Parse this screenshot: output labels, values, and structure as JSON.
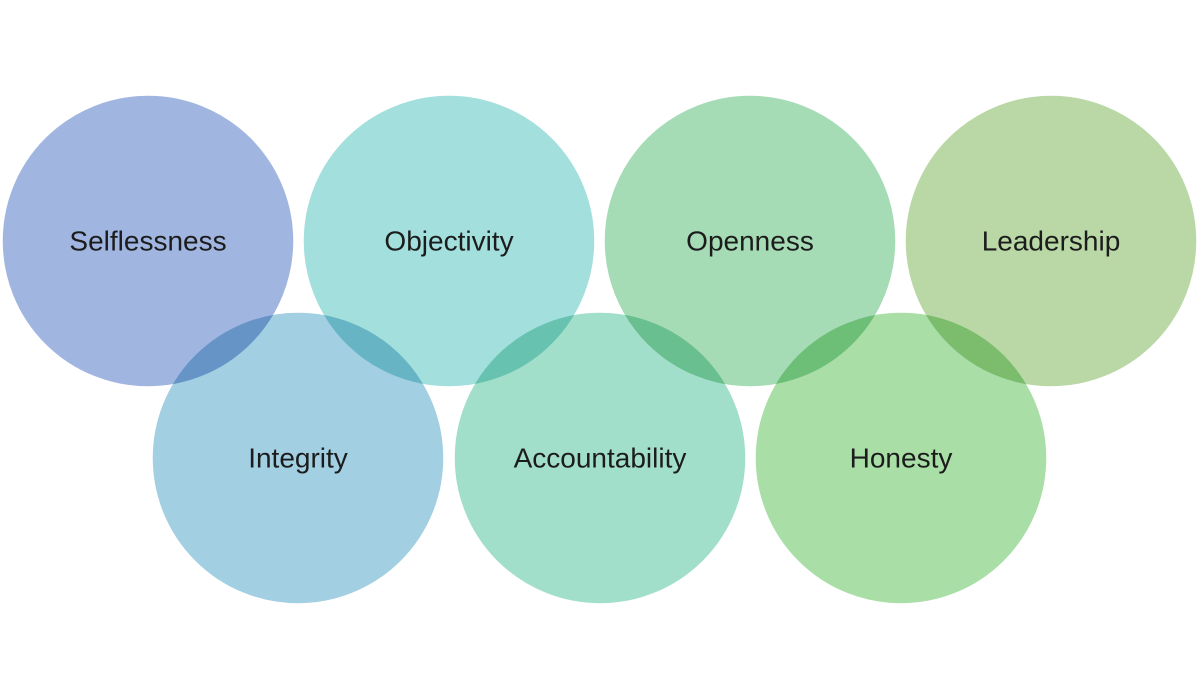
{
  "diagram": {
    "circles": [
      {
        "label": "Selfless­ness",
        "text": "Selflessness",
        "color": "#98B0DE"
      },
      {
        "label": "Objectivity",
        "text": "Objectivity",
        "color": "#9ADCDA"
      },
      {
        "label": "Openness",
        "text": "Openness",
        "color": "#9DD8AF"
      },
      {
        "label": "Leadership",
        "text": "Leadership",
        "color": "#B3D59E"
      },
      {
        "label": "Integrity",
        "text": "Integrity",
        "color": "#9ACBDF"
      },
      {
        "label": "Accountability",
        "text": "Accountability",
        "color": "#9ADCC6"
      },
      {
        "label": "Honesty",
        "text": "Honesty",
        "color": "#A2DBA0"
      }
    ],
    "ring_border_color": "#ffffff"
  }
}
